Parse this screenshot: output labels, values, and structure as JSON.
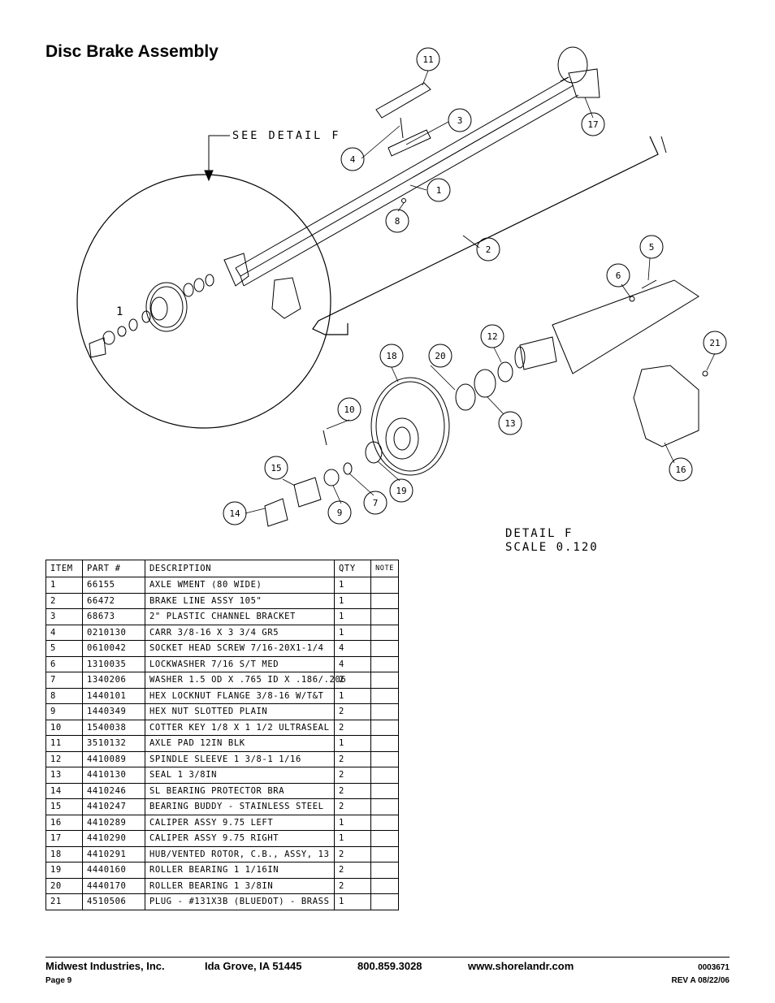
{
  "title": "Disc Brake Assembly",
  "detail": {
    "callout": "SEE DETAIL F",
    "view_label": "DETAIL F",
    "scale": "SCALE 0.120",
    "circle_tag": "1"
  },
  "callouts": [
    "1",
    "2",
    "3",
    "4",
    "5",
    "6",
    "7",
    "8",
    "9",
    "10",
    "11",
    "12",
    "13",
    "14",
    "15",
    "16",
    "17",
    "18",
    "19",
    "20",
    "21"
  ],
  "table": {
    "headers": {
      "item": "ITEM",
      "part": "PART #",
      "description": "DESCRIPTION",
      "qty": "QTY",
      "note": "NOTE"
    },
    "rows": [
      {
        "item": "1",
        "part": "66155",
        "description": "AXLE WMENT (80 WIDE)",
        "qty": "1",
        "note": ""
      },
      {
        "item": "2",
        "part": "66472",
        "description": "BRAKE LINE ASSY 105\"",
        "qty": "1",
        "note": ""
      },
      {
        "item": "3",
        "part": "68673",
        "description": "2\" PLASTIC CHANNEL BRACKET",
        "qty": "1",
        "note": ""
      },
      {
        "item": "4",
        "part": "0210130",
        "description": "CARR 3/8-16 X 3 3/4 GR5",
        "qty": "1",
        "note": ""
      },
      {
        "item": "5",
        "part": "0610042",
        "description": "SOCKET HEAD SCREW 7/16-20X1-1/4",
        "qty": "4",
        "note": ""
      },
      {
        "item": "6",
        "part": "1310035",
        "description": "LOCKWASHER 7/16 S/T MED",
        "qty": "4",
        "note": ""
      },
      {
        "item": "7",
        "part": "1340206",
        "description": "WASHER 1.5 OD X .765 ID X .186/.206",
        "qty": "2",
        "note": ""
      },
      {
        "item": "8",
        "part": "1440101",
        "description": "HEX LOCKNUT FLANGE 3/8-16 W/T&T",
        "qty": "1",
        "note": ""
      },
      {
        "item": "9",
        "part": "1440349",
        "description": "HEX NUT SLOTTED PLAIN",
        "qty": "2",
        "note": ""
      },
      {
        "item": "10",
        "part": "1540038",
        "description": "COTTER KEY 1/8 X 1 1/2 ULTRASEAL",
        "qty": "2",
        "note": ""
      },
      {
        "item": "11",
        "part": "3510132",
        "description": "AXLE PAD 12IN BLK",
        "qty": "1",
        "note": ""
      },
      {
        "item": "12",
        "part": "4410089",
        "description": "SPINDLE SLEEVE 1 3/8-1 1/16",
        "qty": "2",
        "note": ""
      },
      {
        "item": "13",
        "part": "4410130",
        "description": "SEAL 1 3/8IN",
        "qty": "2",
        "note": ""
      },
      {
        "item": "14",
        "part": "4410246",
        "description": "SL BEARING PROTECTOR BRA",
        "qty": "2",
        "note": ""
      },
      {
        "item": "15",
        "part": "4410247",
        "description": "BEARING BUDDY - STAINLESS STEEL",
        "qty": "2",
        "note": ""
      },
      {
        "item": "16",
        "part": "4410289",
        "description": "CALIPER ASSY 9.75 LEFT",
        "qty": "1",
        "note": ""
      },
      {
        "item": "17",
        "part": "4410290",
        "description": "CALIPER ASSY 9.75 RIGHT",
        "qty": "1",
        "note": ""
      },
      {
        "item": "18",
        "part": "4410291",
        "description": "HUB/VENTED ROTOR, C.B., ASSY, 13",
        "qty": "2",
        "note": ""
      },
      {
        "item": "19",
        "part": "4440160",
        "description": "ROLLER BEARING 1 1/16IN",
        "qty": "2",
        "note": ""
      },
      {
        "item": "20",
        "part": "4440170",
        "description": "ROLLER BEARING 1 3/8IN",
        "qty": "2",
        "note": ""
      },
      {
        "item": "21",
        "part": "4510506",
        "description": "PLUG - #131X3B (BLUEDOT) - BRASS",
        "qty": "1",
        "note": ""
      }
    ]
  },
  "footer": {
    "company": "Midwest Industries, Inc.",
    "city": "Ida Grove, IA  51445",
    "phone": "800.859.3028",
    "website": "www.shorelandr.com",
    "doc_number": "0003671",
    "page": "Page 9",
    "revision": "REV A  08/22/06"
  }
}
